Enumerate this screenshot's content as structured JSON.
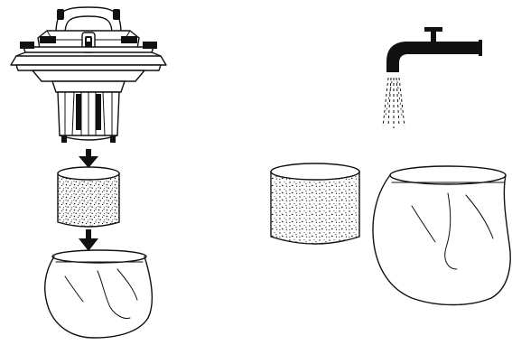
{
  "illustration": {
    "panels": [
      {
        "name": "disassembly-steps",
        "items": [
          "vacuum-motor-head",
          "down-arrow-icon",
          "foam-filter",
          "down-arrow-icon",
          "dust-bag"
        ]
      },
      {
        "name": "rinse-under-tap",
        "items": [
          "water-tap-icon",
          "water-stream",
          "foam-filter",
          "dust-bag"
        ]
      }
    ],
    "colors": {
      "line": "#111111",
      "background": "#ffffff"
    }
  }
}
